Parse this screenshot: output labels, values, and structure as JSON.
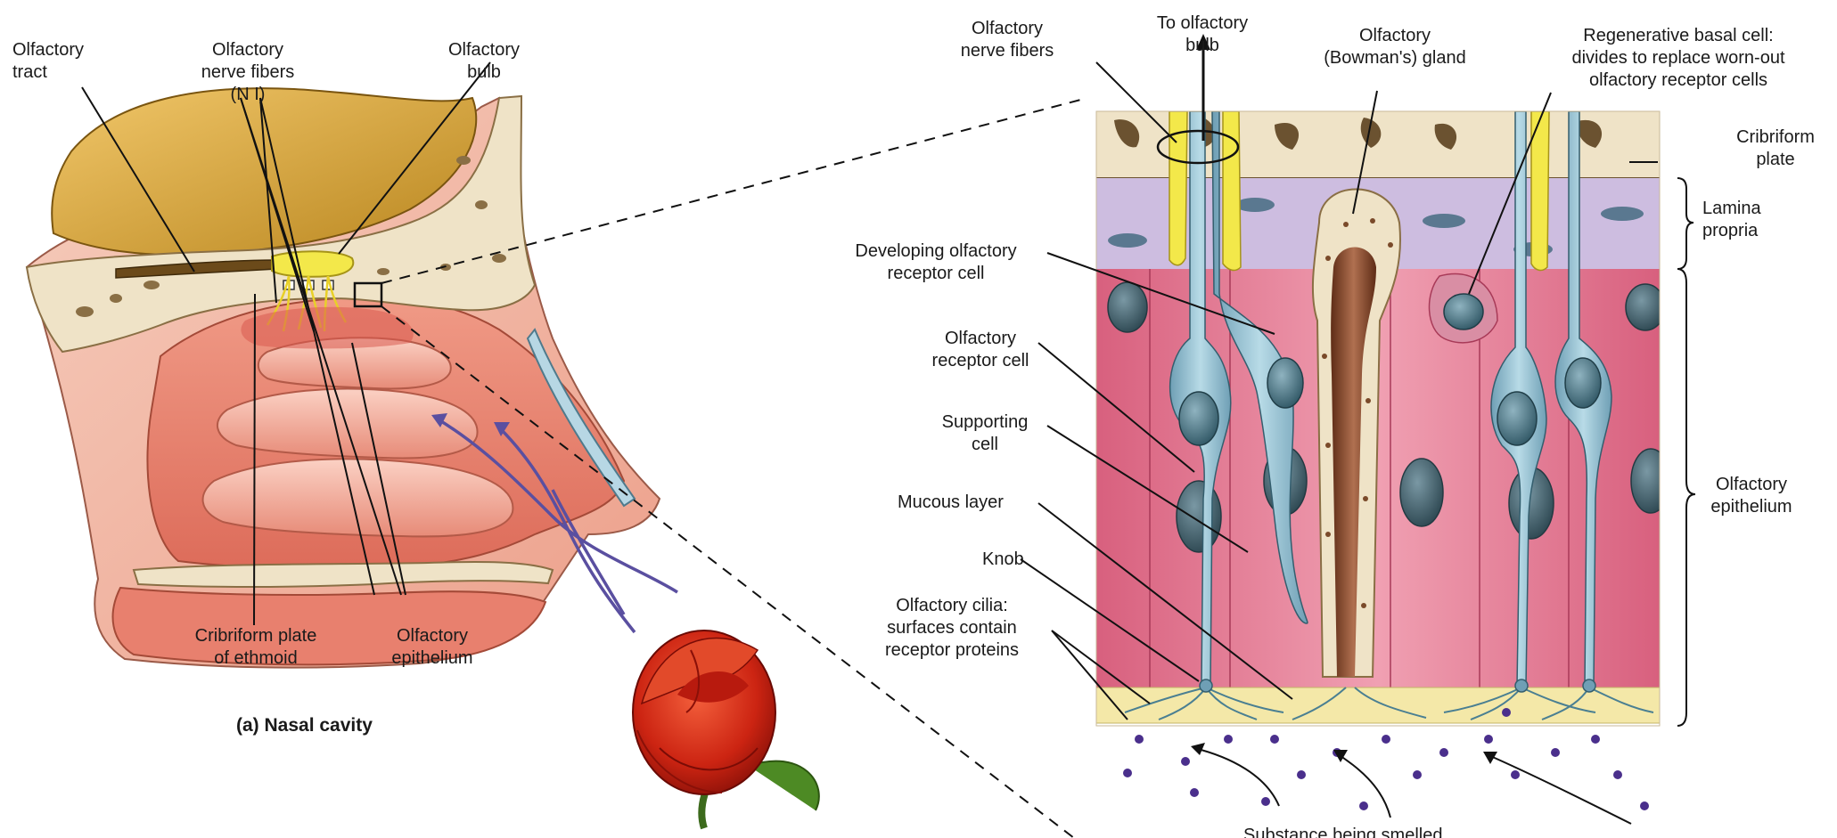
{
  "labels": {
    "olfactory_tract": "Olfactory\ntract",
    "nerve_fibers_left": "Olfactory\nnerve fibers\n(N I)",
    "olfactory_bulb_left": "Olfactory\nbulb",
    "cribriform_ethmoid": "Cribriform plate\nof ethmoid",
    "epithelium_left": "Olfactory\nepithelium",
    "caption_a": "(a) Nasal cavity",
    "nerve_fibers_right": "Olfactory\nnerve fibers",
    "to_bulb": "To olfactory\nbulb",
    "bowmans_gland": "Olfactory\n(Bowman's) gland",
    "basal_cell": "Regenerative basal cell:\ndivides to replace worn-out\nolfactory receptor cells",
    "cribriform_plate": "Cribriform\nplate",
    "lamina_propria": "Lamina\npropria",
    "developing_cell": "Developing olfactory\nreceptor cell",
    "receptor_cell": "Olfactory\nreceptor cell",
    "supporting_cell": "Supporting\ncell",
    "mucous_layer": "Mucous layer",
    "knob": "Knob",
    "cilia": "Olfactory cilia:\nsurfaces contain\nreceptor proteins",
    "epithelium_right": "Olfactory\nepithelium",
    "substance": "Substance being smelled"
  },
  "colors": {
    "skin": "#f2b8a2",
    "mucosa": "#e8806e",
    "bone": "#efe3c7",
    "bone_pore": "#8a6f45",
    "brain": "#c99a2c",
    "nerve_yellow": "#f3e84a",
    "lamina": "#cdbde0",
    "epithelium_pink": "#e8869c",
    "receptor_blue": "#8fbccd",
    "nucleus": "#3d6270",
    "gland_brown": "#8a4a2c",
    "mucus": "#f4e8a8",
    "odorant_dot": "#4a2f8c",
    "airflow": "#5a4fa0",
    "rose": "#d42a1a"
  }
}
